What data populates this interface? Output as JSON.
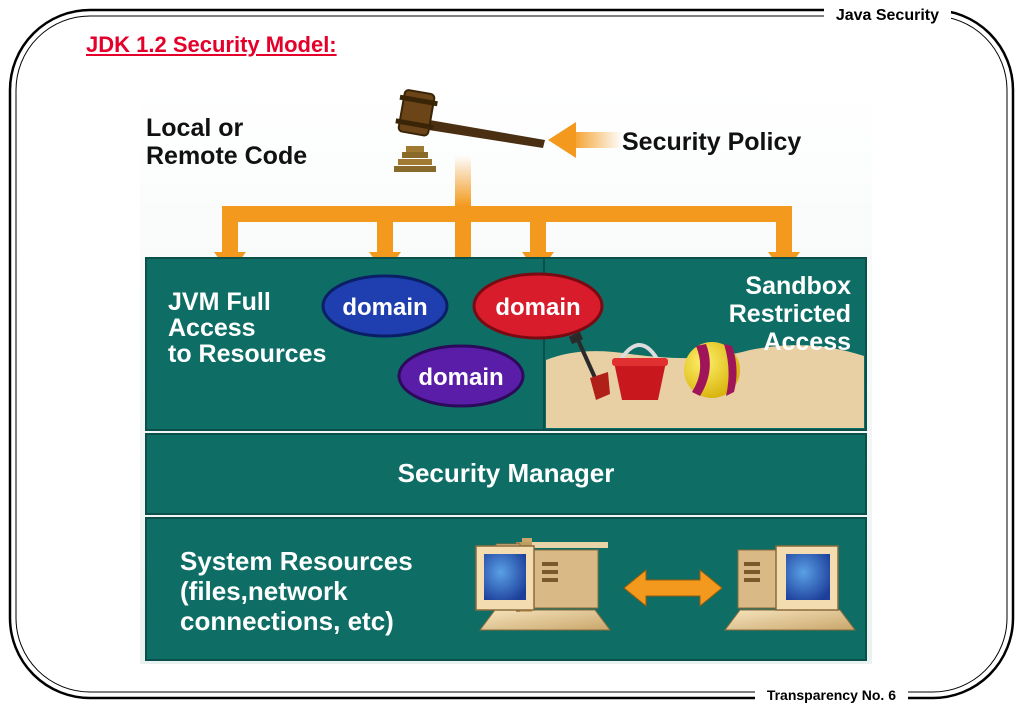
{
  "header": {
    "course": "Java Security"
  },
  "footer": {
    "transparency": "Transparency No. 6"
  },
  "title": "JDK 1.2 Security Model:",
  "diagram": {
    "code_label_1": "Local or",
    "code_label_2": "Remote Code",
    "policy_label": "Security Policy",
    "jvm_label_1": "JVM Full",
    "jvm_label_2": "Access",
    "jvm_label_3": "to Resources",
    "domain_1": "domain",
    "domain_2": "domain",
    "domain_3": "domain",
    "sandbox_label_1": "Sandbox",
    "sandbox_label_2": "Restricted",
    "sandbox_label_3": "Access",
    "security_manager": "Security Manager",
    "system_label_1": "System Resources",
    "system_label_2": "(files,network",
    "system_label_3": "connections, etc)"
  },
  "colors": {
    "title_red": "#e4002b",
    "panel_teal": "#0e6e66",
    "arrow_orange": "#f39a1e",
    "domain_blue": "#1f3fb0",
    "domain_red": "#d81c2c",
    "domain_purple": "#5a1da8",
    "sand": "#e8cfa4"
  }
}
